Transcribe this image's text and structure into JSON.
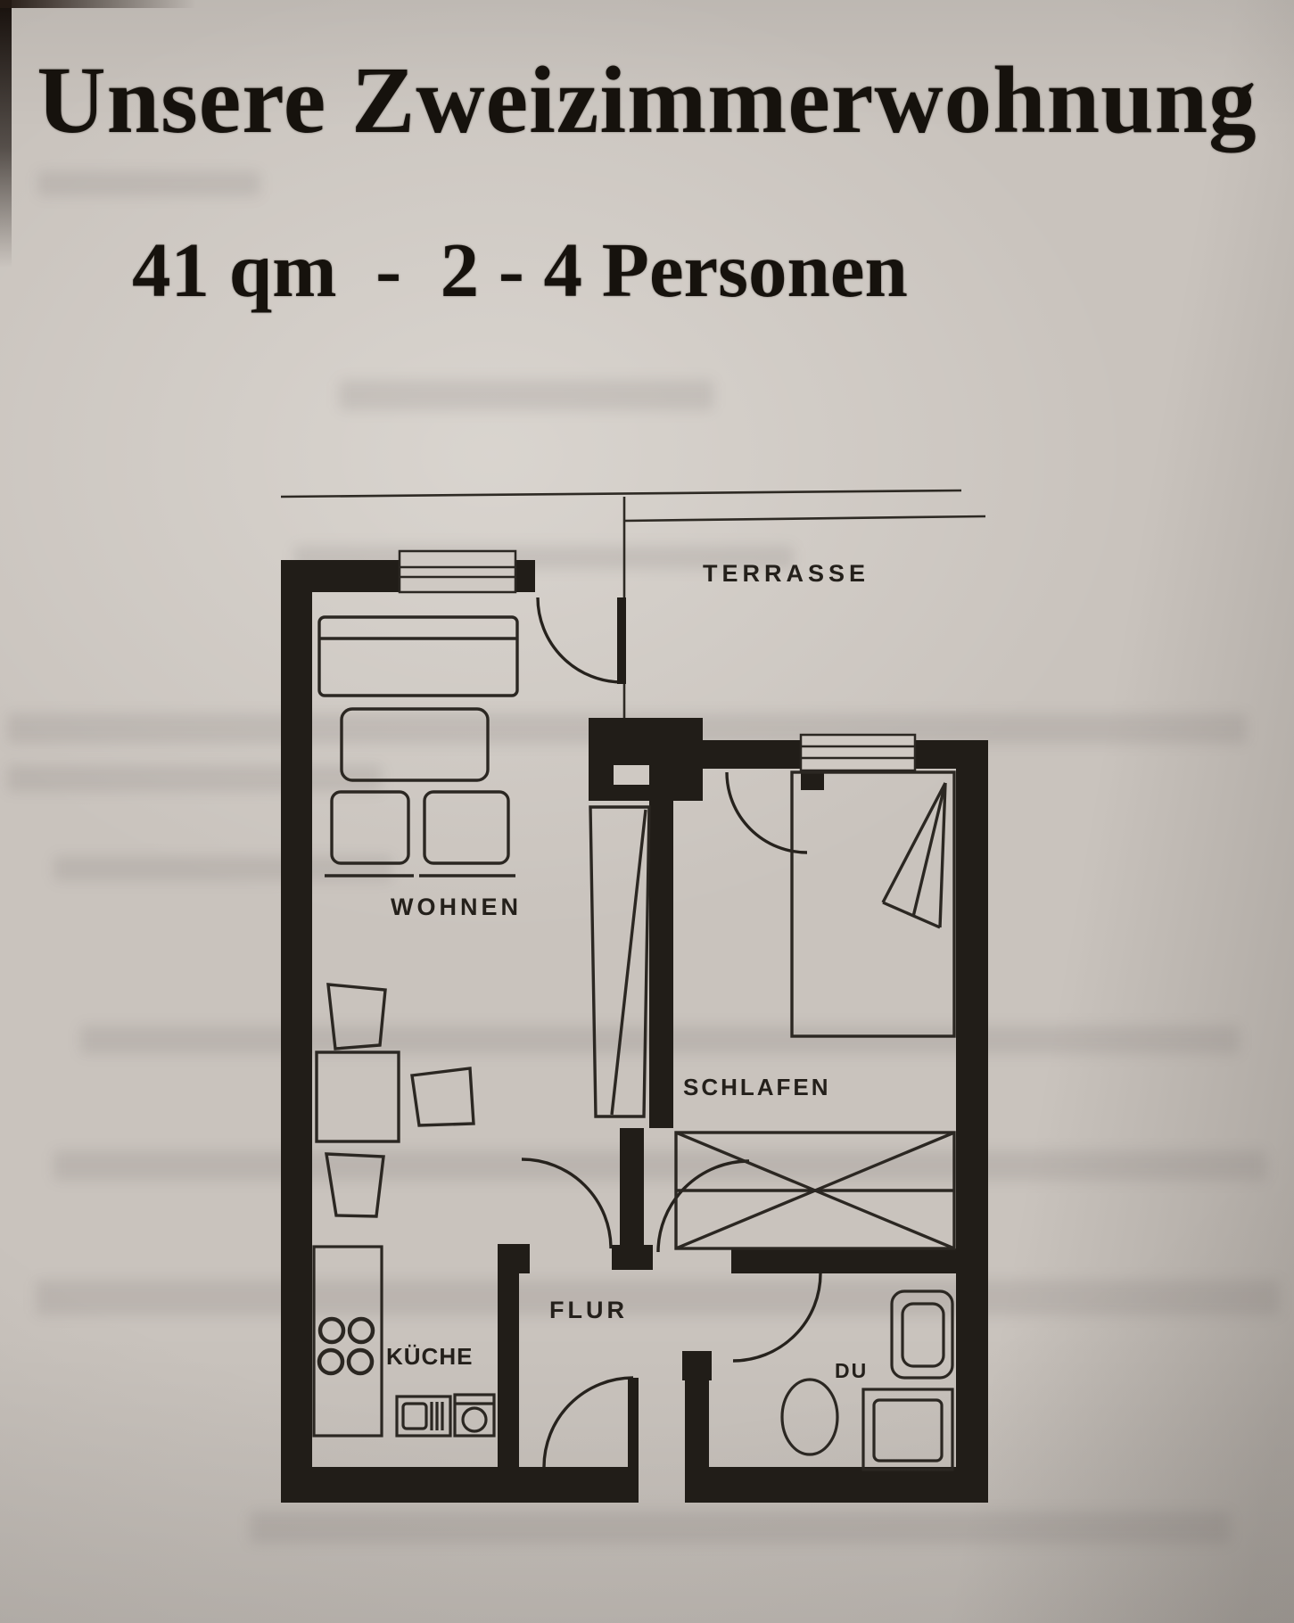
{
  "page": {
    "title": "Unsere Zweizimmerwohnung",
    "subtitle": "41 qm  -  2 - 4 Personen"
  },
  "floorplan": {
    "labels": {
      "terrasse": "TERRASSE",
      "wohnen": "WOHNEN",
      "schlafen": "SCHLAFEN",
      "flur": "FLUR",
      "kueche": "KÜCHE",
      "dusche": "DU"
    },
    "colors": {
      "ink": "#211d18",
      "paper": "#c9c3bd"
    }
  }
}
